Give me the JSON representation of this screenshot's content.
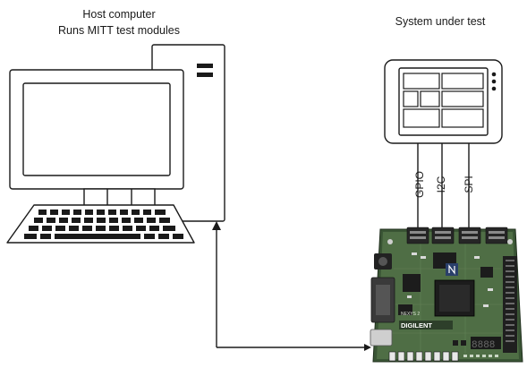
{
  "host": {
    "title_line1": "Host computer",
    "title_line2": "Runs MITT test modules"
  },
  "system": {
    "title": "System under test"
  },
  "buses": {
    "gpio": "GPIO",
    "i2c": "I2C",
    "spi": "SPI"
  },
  "board": {
    "brand": "DIGILENT",
    "model": "NEXYS 2"
  },
  "colors": {
    "line": "#1a1a1a",
    "board_green": "#4f6e45",
    "board_dark": "#2d3f2a",
    "chip": "#1f1f1f",
    "connector": "#2a2a2a"
  }
}
